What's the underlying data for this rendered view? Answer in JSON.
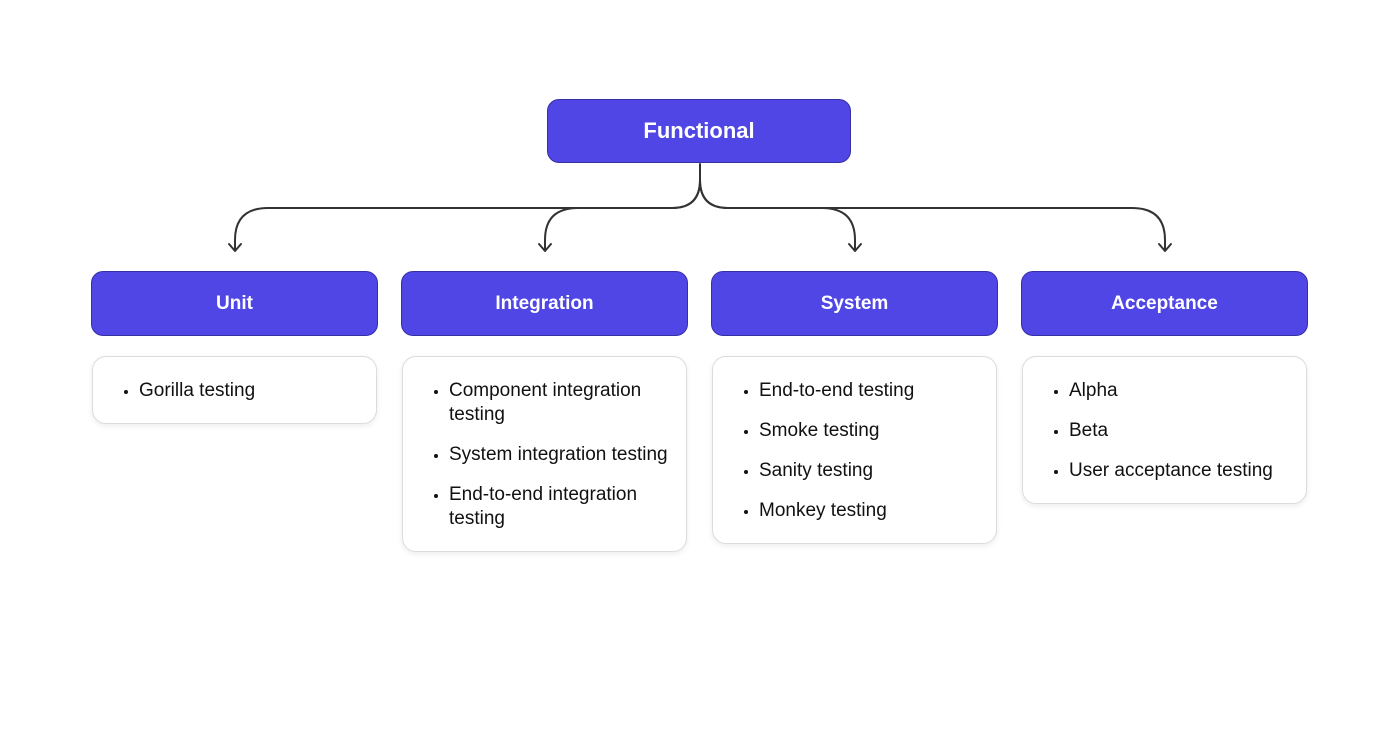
{
  "root": {
    "label": "Functional"
  },
  "categories": [
    {
      "title": "Unit",
      "items": [
        "Gorilla testing"
      ]
    },
    {
      "title": "Integration",
      "items": [
        "Component integration testing",
        "System integration testing",
        "End-to-end integration testing"
      ]
    },
    {
      "title": "System",
      "items": [
        "End-to-end testing",
        "Smoke testing",
        "Sanity testing",
        "Monkey testing"
      ]
    },
    {
      "title": "Acceptance",
      "items": [
        "Alpha",
        "Beta",
        "User acceptance testing"
      ]
    }
  ],
  "colors": {
    "node_fill": "#4f46e5",
    "node_border": "#3730a3",
    "connector": "#333333"
  }
}
